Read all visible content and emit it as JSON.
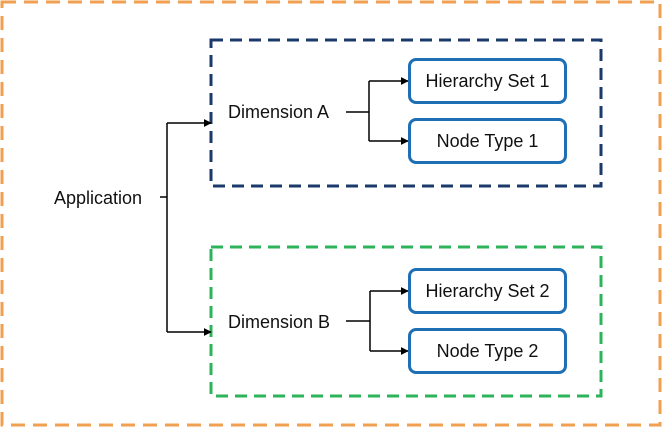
{
  "colors": {
    "outer_border": "#f0a050",
    "dimension_a_border": "#1b3a6b",
    "dimension_b_border": "#2db35a",
    "node_border": "#1f6fb5",
    "connector": "#000000"
  },
  "application": {
    "label": "Application"
  },
  "dimensions": [
    {
      "label": "Dimension A",
      "nodes": [
        {
          "label": "Hierarchy Set 1"
        },
        {
          "label": "Node Type 1"
        }
      ]
    },
    {
      "label": "Dimension B",
      "nodes": [
        {
          "label": "Hierarchy Set 2"
        },
        {
          "label": "Node Type 2"
        }
      ]
    }
  ]
}
